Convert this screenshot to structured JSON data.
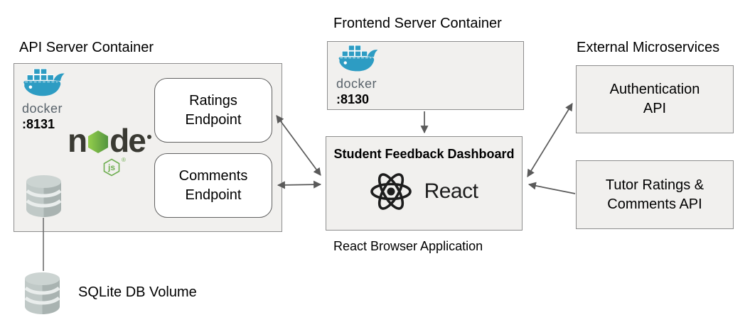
{
  "colors": {
    "text": "#000000",
    "box_fill": "#f1f0ee",
    "box_border": "#8d8d8d",
    "endpoint_border": "#616161",
    "arrow": "#5a5a5a",
    "docker_blue": "#2d9cc3",
    "docker_text": "#59636b",
    "node_dark": "#3a3a33",
    "node_green_light": "#94ce4c",
    "node_green_dark": "#53953f",
    "node_badge_green": "#6fae51",
    "react_black": "#1d1d1d",
    "db_light": "#c0c9c7",
    "db_dark": "#a9b3b1",
    "db_top": "#ccd4d2",
    "db_band": "#e9edec"
  },
  "api_container": {
    "title": "API Server Container",
    "docker": {
      "word": "docker",
      "port": ":8131"
    },
    "node": {
      "prefix": "n",
      "suffix": "de",
      "badge": "js",
      "reg": "®"
    },
    "endpoints": [
      {
        "line1": "Ratings",
        "line2": "Endpoint"
      },
      {
        "line1": "Comments",
        "line2": "Endpoint"
      }
    ]
  },
  "frontend_container": {
    "title": "Frontend Server Container",
    "docker": {
      "word": "docker",
      "port": ":8130"
    }
  },
  "dashboard": {
    "title": "Student Feedback Dashboard",
    "react_label": "React",
    "caption": "React Browser Application"
  },
  "external": {
    "title": "External Microservices",
    "services": [
      {
        "line1": "Authentication",
        "line2": "API"
      },
      {
        "line1": "Tutor Ratings &",
        "line2": "Comments API"
      }
    ]
  },
  "storage": {
    "label": "SQLite DB Volume"
  }
}
